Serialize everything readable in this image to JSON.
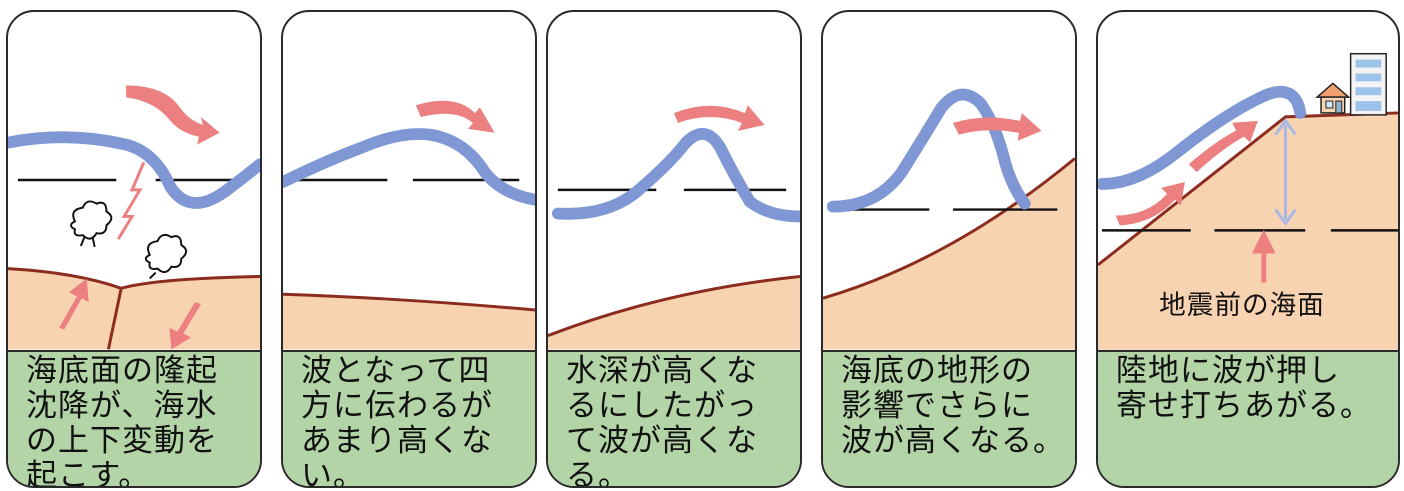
{
  "panels": [
    {
      "caption": "海底面の隆起\n沈降が、海水\nの上下変動を\n起こす。"
    },
    {
      "caption": "波となって四\n方に伝わるが\nあまり高くな\nい。"
    },
    {
      "caption": "水深が高くな\nるにしたがっ\nて波が高くな\nる。"
    },
    {
      "caption": "海底の地形の\n影響でさらに\n波が高くなる。"
    },
    {
      "caption": "陸地に波が押し\n寄せ打ちあがる。"
    }
  ],
  "sea_level_label": "地震前の海面",
  "colors": {
    "wave": "#7f97d4",
    "arrow": "#ec7f7f",
    "ground": "#f7d3b2",
    "ground_edge": "#8b2c1f",
    "caption_bg": "#b2d4a6",
    "sea_level_line": "#111111"
  },
  "icons": [
    "force-arrow-icon",
    "quake-burst-icon",
    "lightning-icon",
    "house-icon",
    "building-icon",
    "height-arrow-icon"
  ]
}
